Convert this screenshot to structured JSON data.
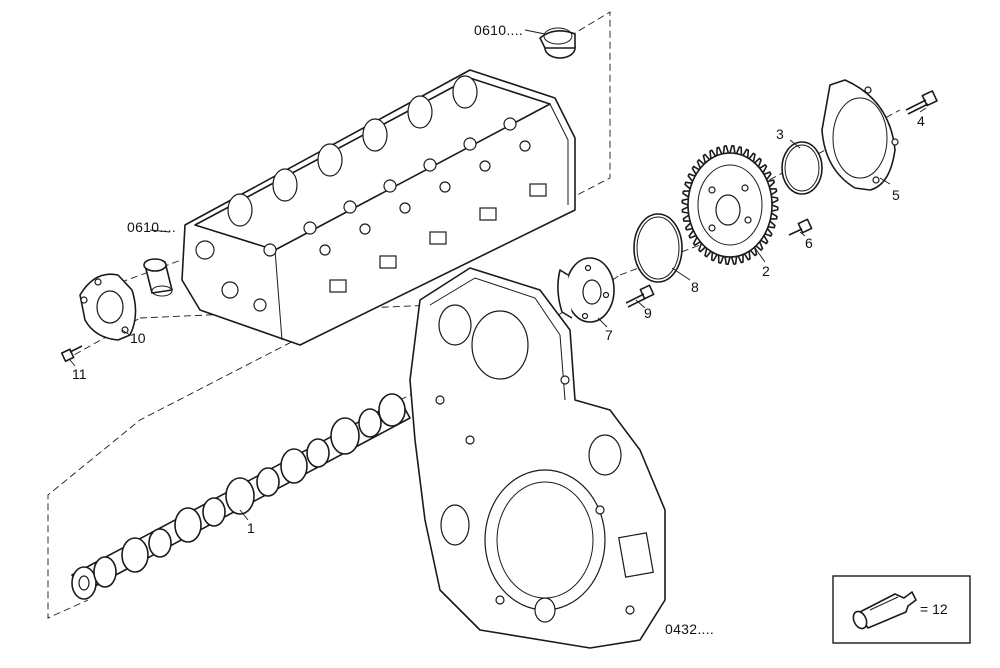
{
  "references": {
    "cylinder_head_top": "0610....",
    "cylinder_head_left": "0610....",
    "timing_case": "0432...."
  },
  "callouts": {
    "p1": "1",
    "p2": "2",
    "p3": "3",
    "p4": "4",
    "p5": "5",
    "p6": "6",
    "p7": "7",
    "p8": "8",
    "p9": "9",
    "p10": "10",
    "p11": "11"
  },
  "legend": {
    "icon": "sealant-tube-icon",
    "text": "= 12"
  },
  "colors": {
    "line": "#1a1a1a",
    "background": "#ffffff"
  }
}
